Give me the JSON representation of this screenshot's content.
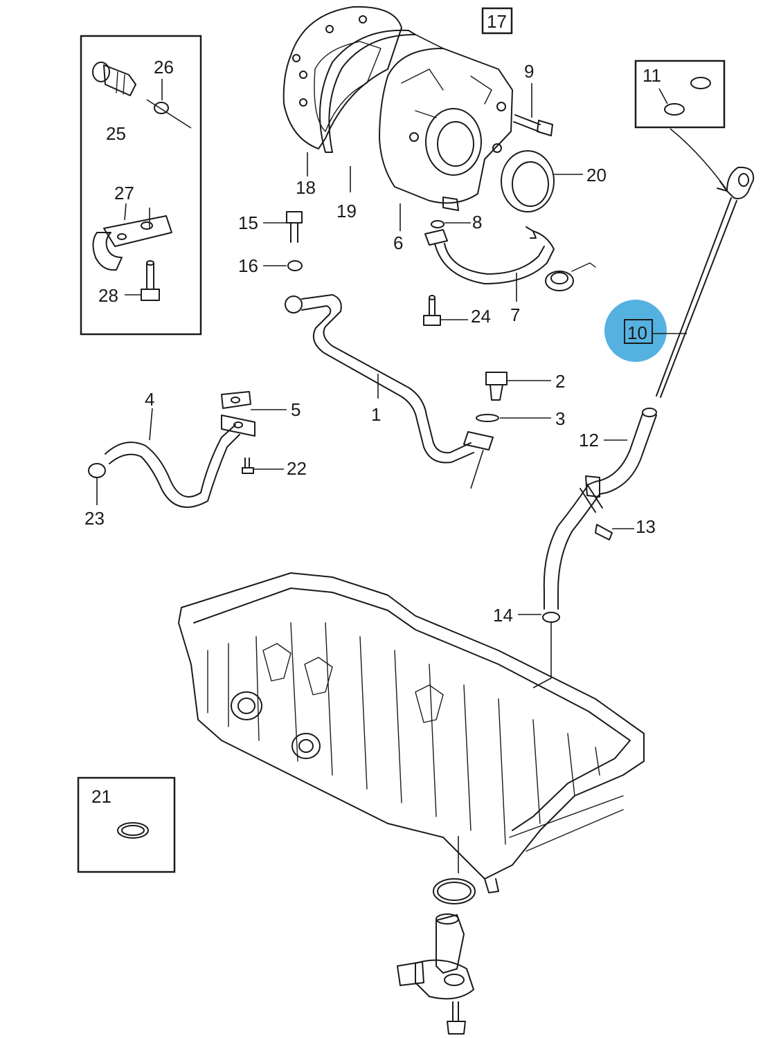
{
  "diagram": {
    "callouts": {
      "c1": "1",
      "c2": "2",
      "c3": "3",
      "c4": "4",
      "c5": "5",
      "c6": "6",
      "c7": "7",
      "c8": "8",
      "c9": "9",
      "c10": "10",
      "c11": "11",
      "c12": "12",
      "c13": "13",
      "c14": "14",
      "c15": "15",
      "c16": "16",
      "c17": "17",
      "c18": "18",
      "c19": "19",
      "c20": "20",
      "c21": "21",
      "c22": "22",
      "c23": "23",
      "c24": "24",
      "c25": "25",
      "c26": "26",
      "c27": "27",
      "c28": "28"
    },
    "highlight": {
      "part": "10",
      "color": "#2a9fd8"
    },
    "line_color": "#1a1a1a",
    "background": "#ffffff"
  }
}
